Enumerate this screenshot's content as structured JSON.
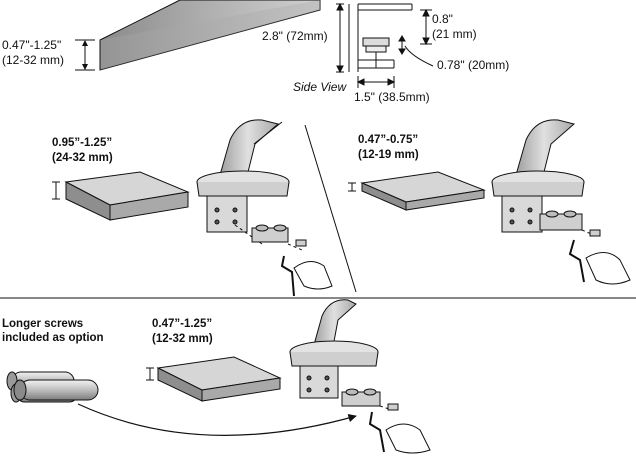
{
  "top": {
    "desk_thickness": {
      "range": "0.47\"-1.25\"",
      "metric": "(12-32 mm)"
    },
    "side_view": {
      "caption": "Side View",
      "post_height": "2.8\" (72mm)",
      "top_gap": {
        "inch": "0.8\"",
        "metric": "(21 mm)"
      },
      "screw_offset": "0.78\" (20mm)",
      "depth": "1.5\" (38.5mm)"
    }
  },
  "middle": {
    "left_panel": {
      "range": "0.95”-1.25”",
      "metric": "(24-32 mm)"
    },
    "right_panel": {
      "range": "0.47”-0.75”",
      "metric": "(12-19 mm)"
    }
  },
  "bottom": {
    "note_line1": "Longer screws",
    "note_line2": "included as option",
    "range": "0.47”-1.25”",
    "metric": "(12-32 mm)"
  },
  "colors": {
    "line": "#111111",
    "desk_top": "#d6d6d6",
    "desk_side": "#9a9a9a",
    "arm": "#bdbdbd",
    "metal": "#cfcfcf"
  }
}
